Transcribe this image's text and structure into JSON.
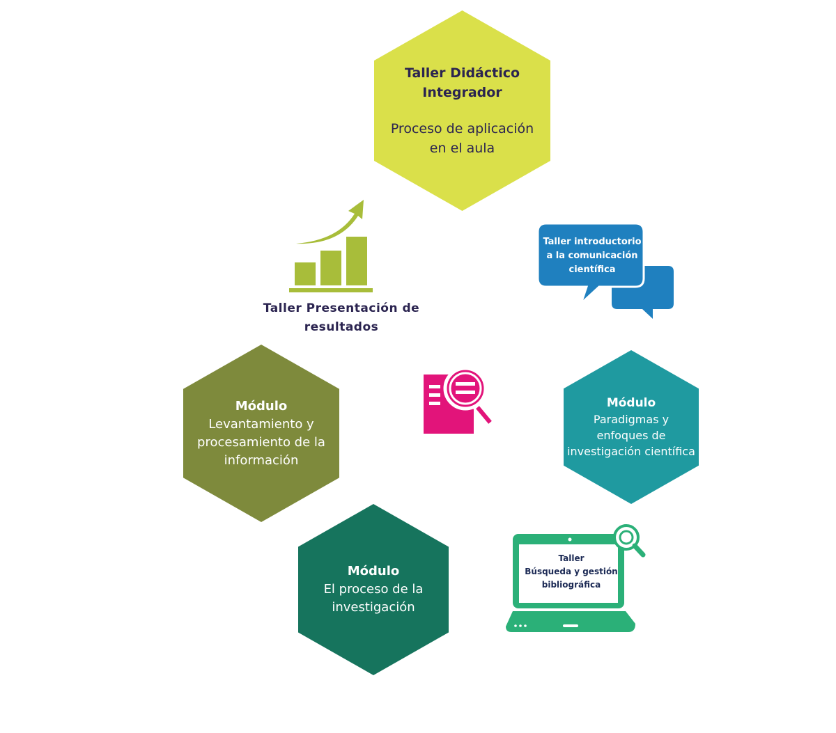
{
  "nodes": {
    "top": {
      "title": "Taller Didáctico Integrador",
      "sub": "Proceso de aplicación en el aula"
    },
    "left": {
      "title": "Módulo",
      "sub": "Levantamiento y procesamiento de la información"
    },
    "right": {
      "title": "Módulo",
      "sub": "Paradigmas y enfoques de investigación científica"
    },
    "bottom": {
      "title": "Módulo",
      "sub": "El proceso de la investigación"
    }
  },
  "workshops": {
    "results": "Taller Presentación de resultados",
    "intro": "Taller introductorio a la comunicación científica",
    "search_title": "Taller",
    "search_sub": "Búsqueda y gestión bibliográfica"
  },
  "icons": {
    "growth_chart": "growth-chart-icon",
    "speech_bubbles": "speech-bubbles-icon",
    "document_search": "document-search-icon",
    "laptop": "laptop-icon"
  },
  "colors": {
    "yellow_green": "#dae04a",
    "olive": "#7e8a3c",
    "teal": "#1f9aa0",
    "dark_green": "#16745d",
    "blue": "#1f80bf",
    "magenta": "#e2147a",
    "lime": "#a8bd3a",
    "laptop_green": "#2bb078",
    "navy": "#2b2450"
  }
}
